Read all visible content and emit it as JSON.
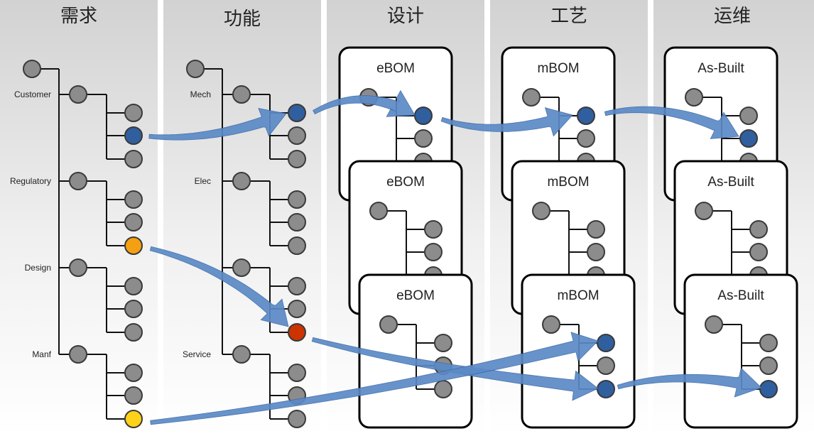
{
  "columns": [
    {
      "title": "需求"
    },
    {
      "title": "功能"
    },
    {
      "title": "设计"
    },
    {
      "title": "工艺"
    },
    {
      "title": "运维"
    }
  ],
  "requirements_tree": {
    "groups": [
      "Customer",
      "Regulatory",
      "Design",
      "Manf"
    ],
    "highlight_colors": {
      "group1_leaf2": "#2f5f9e",
      "group2_leaf3": "#f5a012",
      "group4_leaf3": "#ffd21a"
    }
  },
  "functions_tree": {
    "groups": [
      "Mech",
      "Elec",
      "",
      "Service"
    ],
    "highlight_colors": {
      "group1_leaf1": "#2f5f9e",
      "group3_leaf3": "#cc3300"
    }
  },
  "cards": {
    "design": "eBOM",
    "process": "mBOM",
    "operations": "As-Built"
  },
  "colors": {
    "node_fill": "#8c8c8c",
    "node_stroke": "#3a3a3a",
    "highlight_blue": "#2f5f9e",
    "highlight_orange": "#f5a012",
    "highlight_red": "#cc3300",
    "highlight_yellow": "#ffd21a",
    "arrow": "#5b8ac6"
  }
}
